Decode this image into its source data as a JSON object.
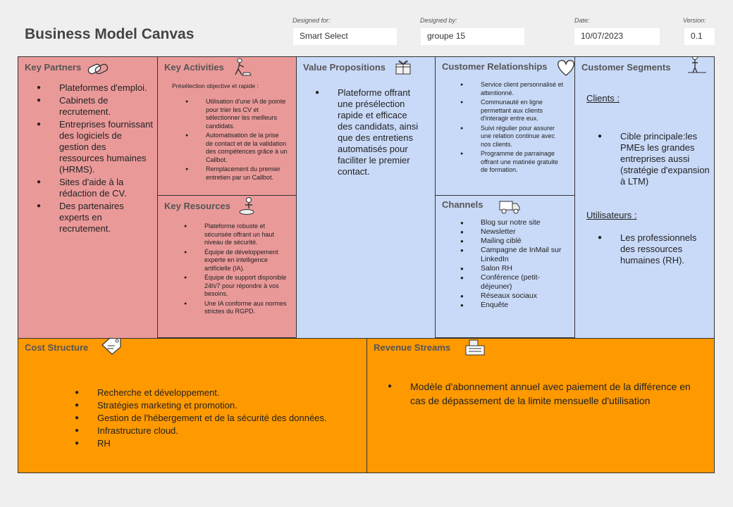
{
  "header": {
    "title": "Business Model Canvas",
    "designed_for_label": "Designed for:",
    "designed_for": "Smart Select",
    "designed_by_label": "Designed by:",
    "designed_by": "groupe 15",
    "date_label": "Date:",
    "date": "10/07/2023",
    "version_label": "Version:",
    "version": "0.1"
  },
  "key_partners": {
    "title": "Key Partners",
    "icon": "chain-link-icon",
    "items": [
      "Plateformes d'emploi.",
      "Cabinets de recrutement.",
      "Entreprises fournissant des logiciels de gestion des ressources humaines (HRMS).",
      "Sites d'aide à la rédaction de CV.",
      "Des partenaires experts en recrutement."
    ]
  },
  "key_activities": {
    "title": "Key Activities",
    "icon": "worker-icon",
    "intro": "Présélection objective et rapide :",
    "items": [
      "Utilisation d'une IA de pointe pour trier les CV et sélectionner les meilleurs candidats.",
      "Automatisation de la prise de contact et de la validation des compétences grâce à un Callbot.",
      "Remplacement du premier entretien par un Callbot."
    ]
  },
  "key_resources": {
    "title": "Key Resources",
    "icon": "factory-worker-icon",
    "items": [
      "Plateforme robuste et sécurisée offrant un haut niveau de sécurité.",
      "Équipe de développement experte en intelligence artificielle (IA).",
      "Équipe de support disponible 24h/7 pour répondre à vos besoins.",
      "Une IA conforme aux normes strictes du RGPD."
    ]
  },
  "value_propositions": {
    "title": "Value Propositions",
    "icon": "gift-icon",
    "items": [
      "Plateforme offrant une présélection rapide et efficace des candidats, ainsi que des entretiens automatisés pour faciliter le premier contact."
    ]
  },
  "customer_relationships": {
    "title": "Customer Relationships",
    "icon": "heart-icon",
    "items": [
      " Service client personnalisé et attentionné.",
      "Communauté en ligne permettant aux clients d'interagir entre eux.",
      "Suivi régulier pour assurer une relation continue avec nos clients.",
      "Programme de parrainage offrant une matinée gratuite de formation."
    ]
  },
  "channels": {
    "title": "Channels",
    "icon": "delivery-truck-icon",
    "items": [
      "Blog sur notre site",
      "Newsletter",
      "Mailing ciblé",
      "Campagne de InMail sur LinkedIn",
      "Salon RH",
      "Conférence (petit-déjeuner)",
      "Réseaux sociaux",
      "Enquête"
    ]
  },
  "customer_segments": {
    "title": "Customer Segments",
    "icon": "person-icon",
    "clients_label": "Clients :",
    "clients_item": "Cible principale:les PMEs les grandes entreprises aussi (stratégie d'expansion à LTM)",
    "users_label": "Utilisateurs :",
    "users_item": "Les professionnels des ressources humaines (RH)."
  },
  "cost_structure": {
    "title": "Cost Structure",
    "icon": "price-tag-icon",
    "items": [
      "Recherche et développement.",
      "Stratégies marketing et promotion.",
      "Gestion de l'hébergement et de la sécurité des données.",
      "Infrastructure cloud.",
      "RH"
    ]
  },
  "revenue_streams": {
    "title": "Revenue Streams",
    "icon": "cash-register-icon",
    "items": [
      "Modèle d'abonnement annuel avec paiement de la différence en cas de dépassement de la limite mensuelle d'utilisation"
    ]
  },
  "colors": {
    "partners_activities": "#ea9999",
    "value_customer": "#c9daf8",
    "cost_revenue": "#ff9900"
  }
}
